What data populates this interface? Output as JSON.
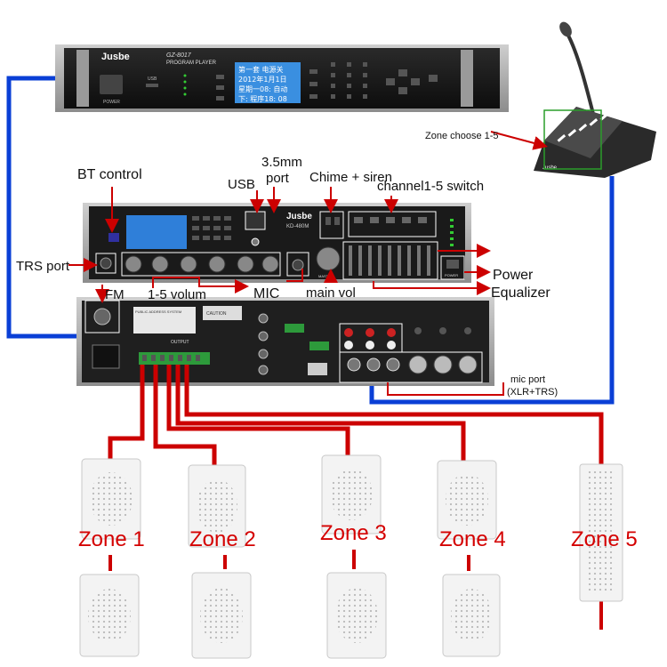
{
  "player": {
    "brand": "Jusbe",
    "model": "GZ-8017",
    "model_caption": "PROGRAM PLAYER",
    "power_label": "POWER",
    "usb_label": "USB",
    "lcd_line1": "第一套 电源关",
    "lcd_line2": "2012年1月1日",
    "lcd_line3": "星期一08: 自动",
    "lcd_line4": "下: 程序18: 08"
  },
  "amp": {
    "brand": "Jusbe",
    "model": "KD-480M",
    "master_label": "MASTER",
    "power_label": "POWER"
  },
  "mic_station": {
    "brand": "Jusbe"
  },
  "rear": {
    "title": "PUBLIC ADDRESS SYSTEM",
    "output_label": "OUTPUT",
    "caution_label": "CAUTION"
  },
  "labels": {
    "bt_control": "BT control",
    "port_35mm_line1": "3.5mm",
    "port_35mm_line2": "port",
    "usb": "USB",
    "chime_siren": "Chime + siren",
    "channel_switch": "channel1-5 switch",
    "trs_port": "TRS port",
    "power": "Power",
    "fm": "FM",
    "volume": "1-5 volum",
    "mic": "MIC",
    "main_vol": "main vol",
    "equalizer": "Equalizer",
    "mic_port_line1": "mic port",
    "mic_port_line2": "(XLR+TRS)",
    "zone_choose": "Zone choose 1-5"
  },
  "zones": [
    "Zone 1",
    "Zone 2",
    "Zone 3",
    "Zone 4",
    "Zone 5"
  ],
  "colors": {
    "signal_line": "#0a3fd6",
    "speaker_line": "#cc0000",
    "label_arrow": "#cc0000",
    "zone_text": "#d40000",
    "highlight": "#2a9d2a"
  }
}
